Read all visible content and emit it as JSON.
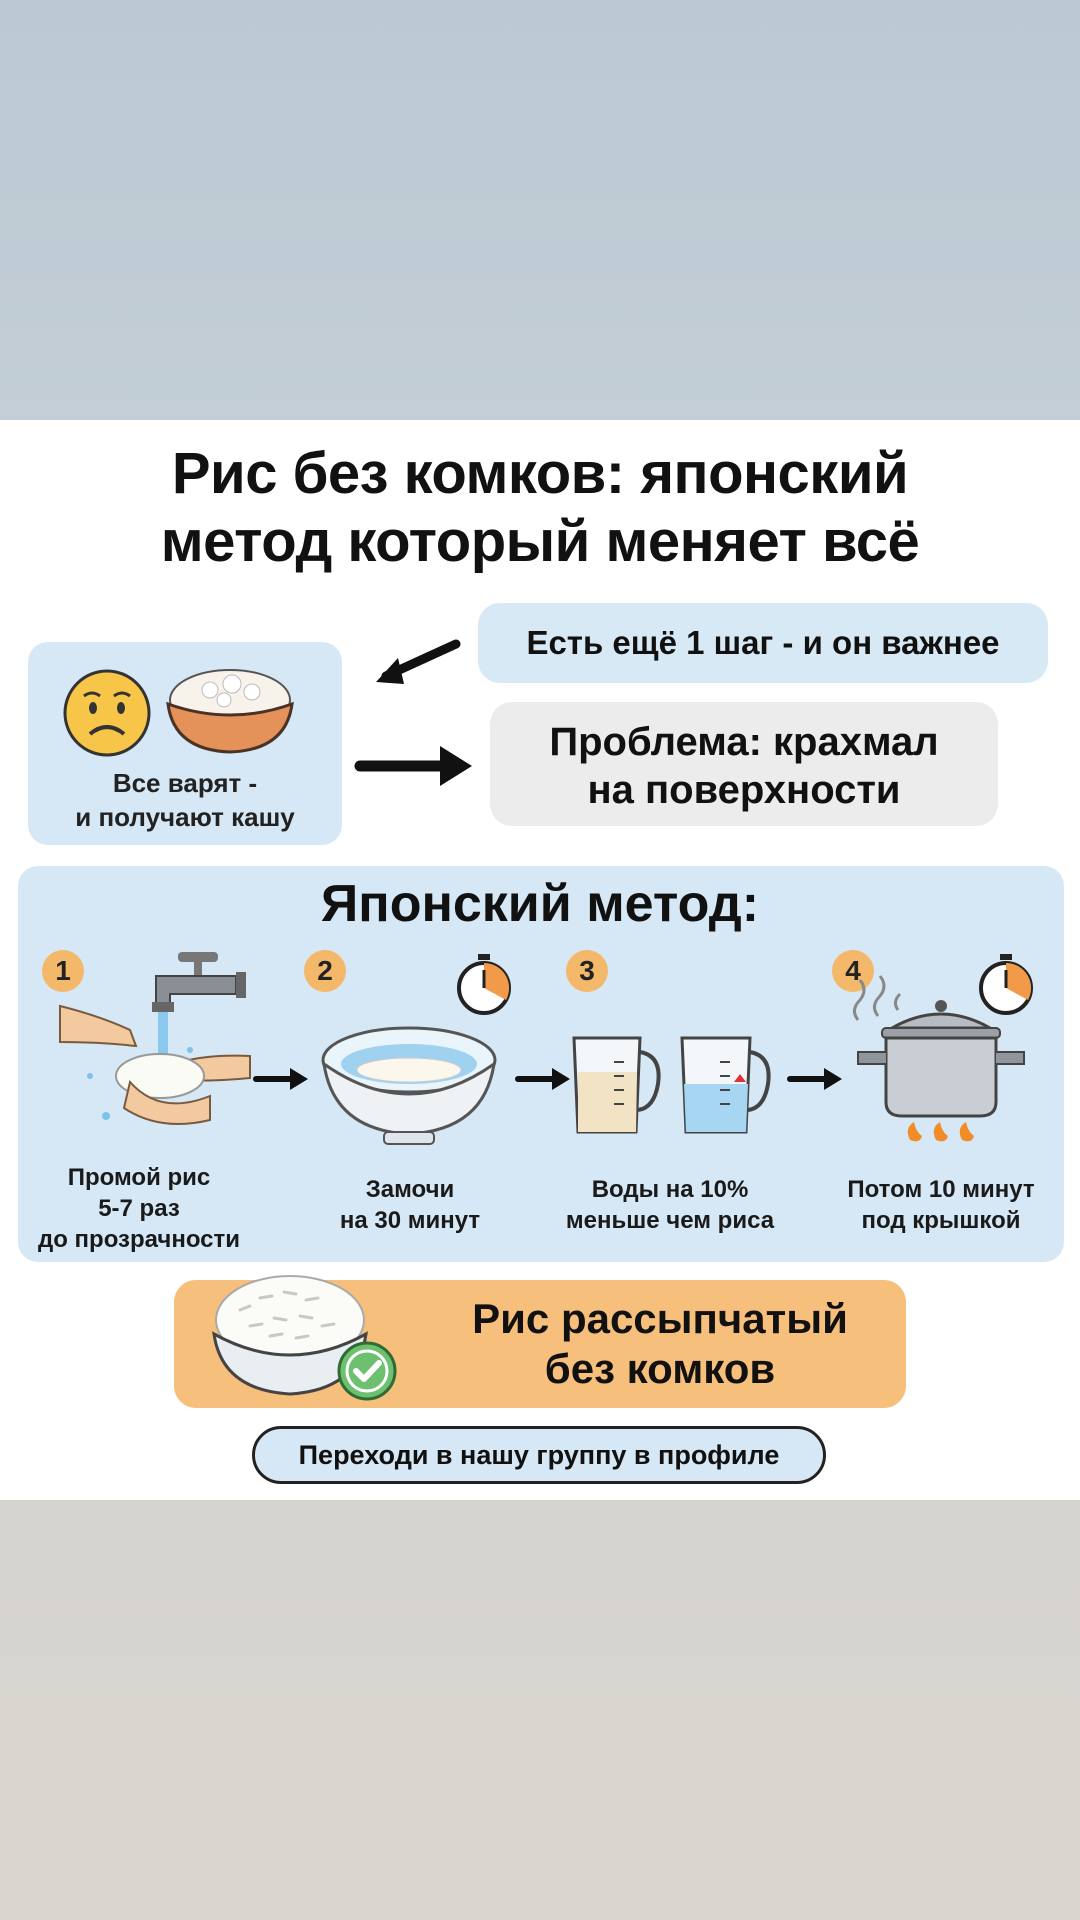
{
  "title": {
    "line1": "Рис без комков: японский",
    "line2": "метод который меняет всё"
  },
  "hint_pill": {
    "text": "Есть ещё 1 шаг - и он важнее"
  },
  "problem_pill": {
    "line1": "Проблема: крахмал",
    "line2": "на поверхности"
  },
  "intro_box": {
    "line1": "Все варят -",
    "line2": "и получают кашу"
  },
  "method": {
    "title": "Японский метод:",
    "steps": [
      {
        "number": "1",
        "line1": "Промой рис",
        "line2": "5-7 раз",
        "line3": "до прозрачности"
      },
      {
        "number": "2",
        "line1": "Замочи",
        "line2": "на 30 минут"
      },
      {
        "number": "3",
        "line1": "Воды на 10%",
        "line2": "меньше чем риса"
      },
      {
        "number": "4",
        "line1": "Потом 10 минут",
        "line2": "под крышкой"
      }
    ]
  },
  "result": {
    "line1": "Рис рассыпчатый",
    "line2": "без комков"
  },
  "cta": {
    "text": "Переходи в нашу группу в профиле"
  },
  "colors": {
    "top_background": "#bcc9d3",
    "light_blue": "#d6e8f5",
    "gray_pill": "#ececed",
    "orange_result": "#f6bf7c",
    "badge_orange": "#f3b86a"
  }
}
